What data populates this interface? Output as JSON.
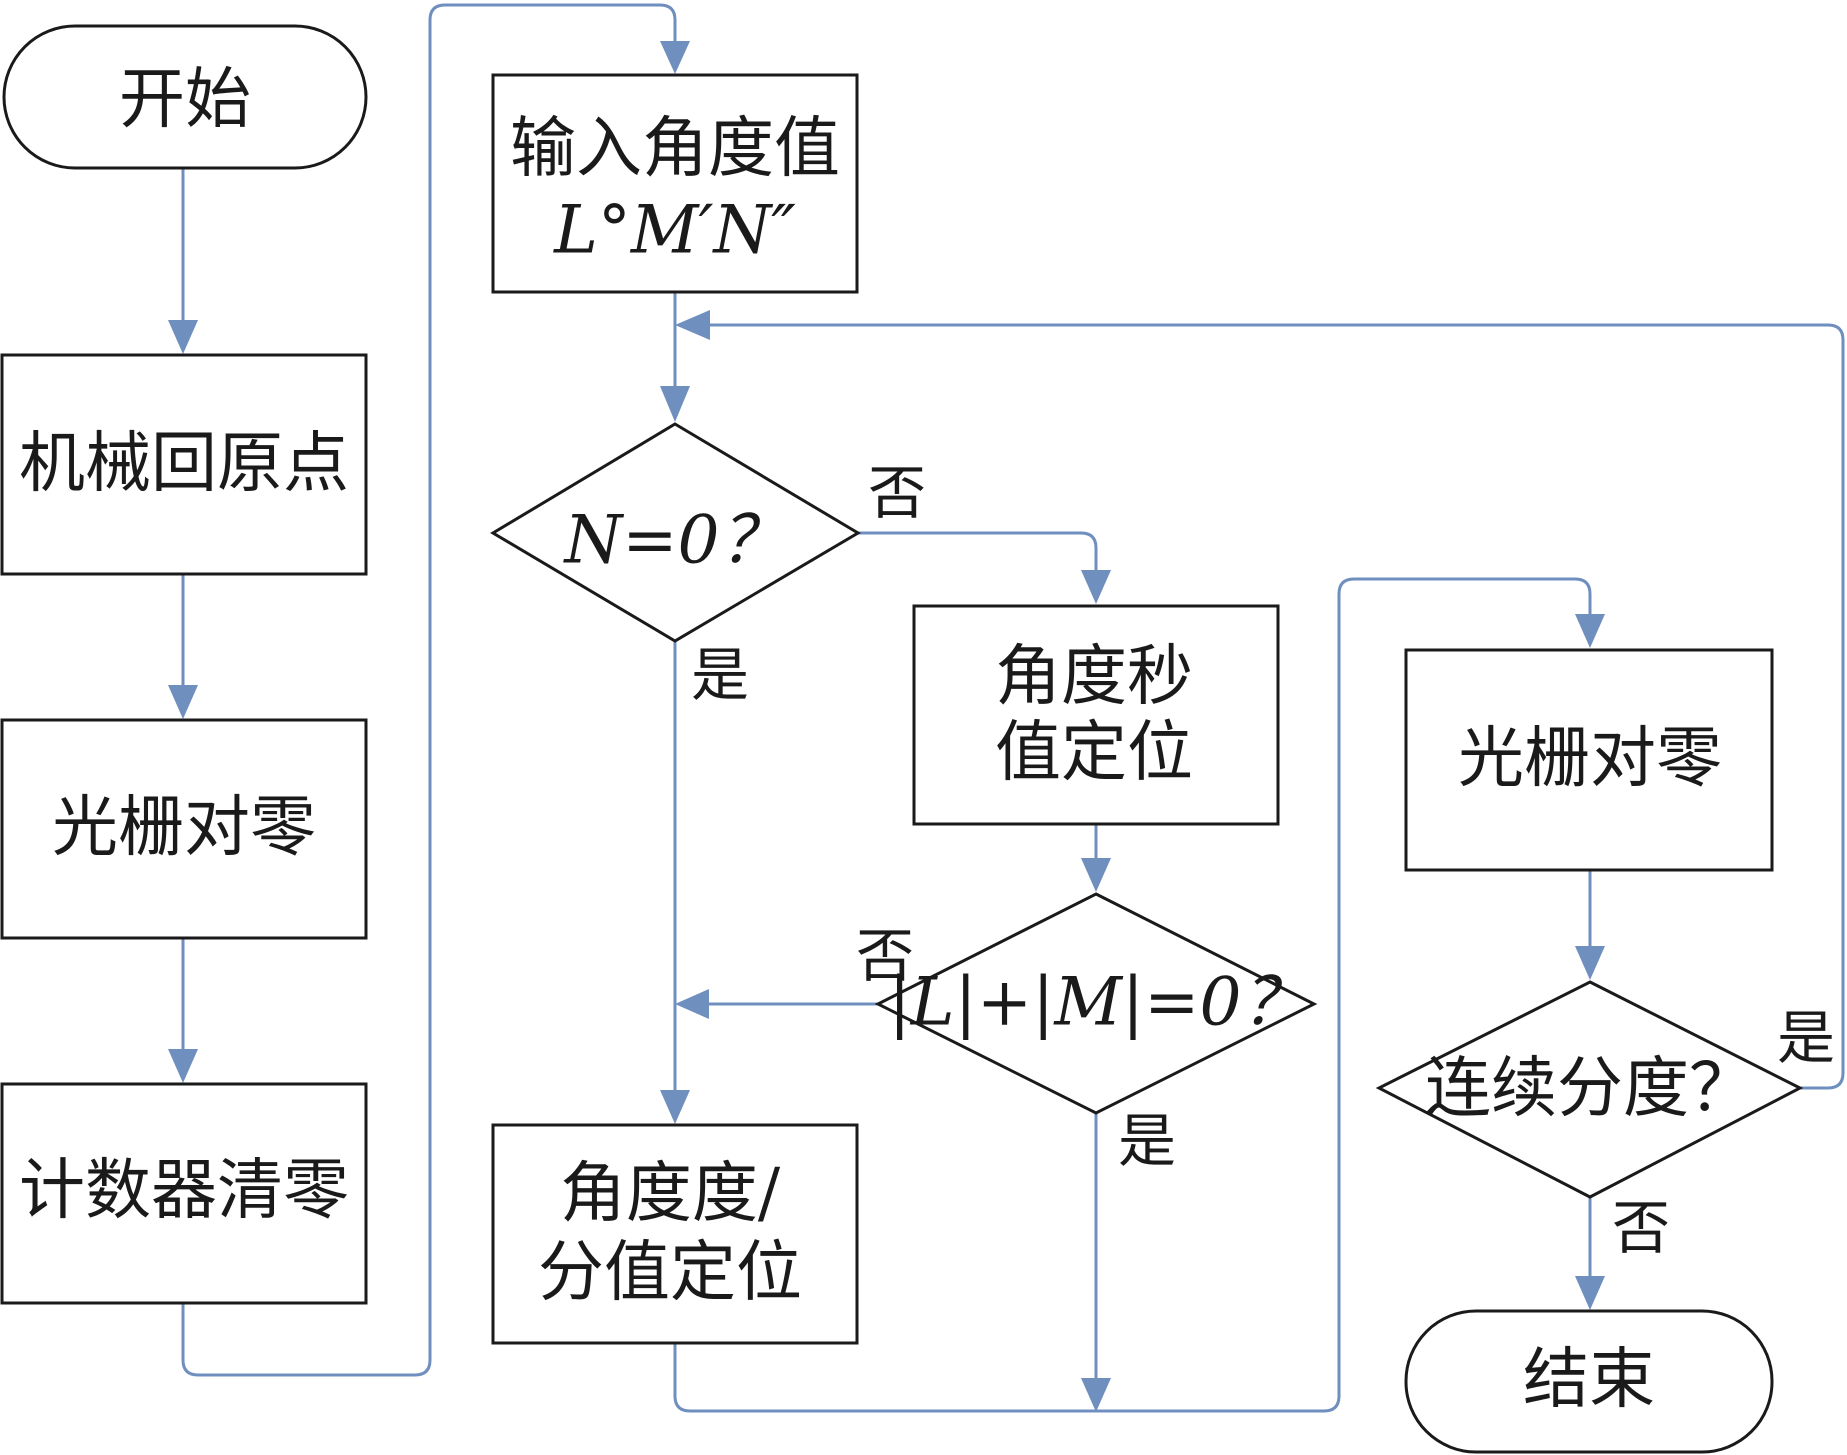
{
  "nodes": {
    "start": "开始",
    "homing": "机械回原点",
    "grating_zero_1": "光栅对零",
    "counter_clear": "计数器清零",
    "input_line1": "输入角度值",
    "input_line2": "L°M′N″",
    "n_zero_check": "N=0？",
    "sec_position_line1": "角度秒",
    "sec_position_line2": "值定位",
    "lm_zero_check": "|L|+|M|=0？",
    "deg_min_position_line1": "角度度/",
    "deg_min_position_line2": "分值定位",
    "grating_zero_2": "光栅对零",
    "continuous_check": "连续分度？",
    "end": "结束"
  },
  "edge_labels": {
    "n_check_no": "否",
    "n_check_yes": "是",
    "lm_check_no": "否",
    "lm_check_yes": "是",
    "continuous_yes": "是",
    "continuous_no": "否"
  },
  "colors": {
    "connector": "#6f8fbf",
    "outline": "#1a1a1a"
  }
}
